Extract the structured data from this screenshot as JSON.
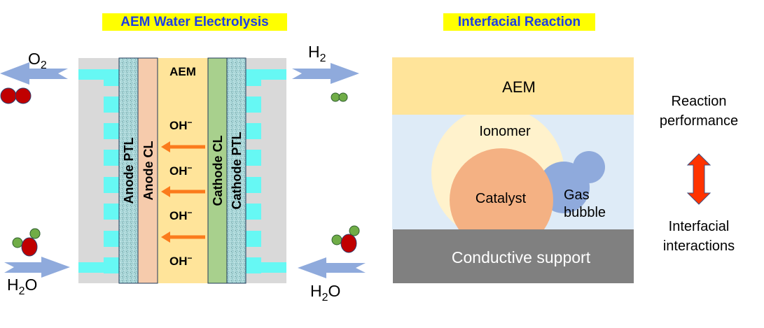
{
  "left_panel": {
    "title": "AEM Water Electrolysis",
    "layers": {
      "anode_ptl": "Anode PTL",
      "anode_cl": "Anode CL",
      "membrane": "AEM",
      "cathode_cl": "Cathode CL",
      "cathode_ptl": "Cathode PTL"
    },
    "ion_label": "OH",
    "ion_charge": "−",
    "ion_rows": 4,
    "ion_arrows": 3,
    "ion_flow_direction": "cathode-to-anode",
    "anode_out": {
      "species": "O",
      "subscript": "2",
      "direction": "left"
    },
    "cathode_out": {
      "species": "H",
      "subscript": "2",
      "direction": "right"
    },
    "anode_in": {
      "species_a": "H",
      "subscript": "2",
      "species_b": "O",
      "direction": "right"
    },
    "cathode_in": {
      "species_a": "H",
      "subscript": "2",
      "species_b": "O",
      "direction": "left"
    }
  },
  "right_panel": {
    "title": "Interfacial Reaction",
    "membrane_label": "AEM",
    "ionomer_label": "Ionomer",
    "catalyst_label": "Catalyst",
    "bubble_label_line1": "Gas",
    "bubble_label_line2": "bubble",
    "support_label": "Conductive support",
    "top_label_line1": "Reaction",
    "top_label_line2": "performance",
    "bottom_label_line1": "Interfacial",
    "bottom_label_line2": "interactions"
  },
  "colors": {
    "title_bg": "#ffff00",
    "title_text": "#1c3ee6",
    "cell_frame": "#d9d9d9",
    "flow_channel": "#66f8f4",
    "ptl": "#a9d6d8",
    "anode_cl": "#f6cbac",
    "membrane": "#ffe49a",
    "cathode_cl": "#a8d08d",
    "ion_arrow": "#fb7b1c",
    "flow_arrow": "#8faadc",
    "oxygen_atom": "#c00000",
    "hydrogen_atom": "#70ad47",
    "electrolyte_bg": "#deebf7",
    "ionomer": "#fff2cc",
    "catalyst": "#f4b183",
    "gas_bubble": "#8faadc",
    "support": "#808080",
    "double_arrow": "#ff3300"
  }
}
